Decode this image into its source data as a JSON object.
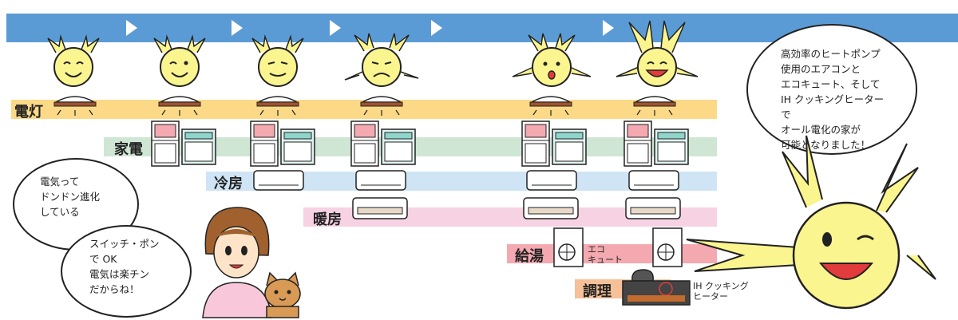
{
  "colors": {
    "timeline": "#5b9bd5",
    "band_lighting": "#fcd987",
    "band_appliances": "#cfe6d5",
    "band_cooling": "#cfe5f6",
    "band_heating": "#f7d2e2",
    "band_hotwater": "#f4a9b0",
    "band_cooking": "#f6c199",
    "character": "#fbf58f"
  },
  "bands": {
    "lighting": "電灯",
    "appliances": "家電",
    "cooling": "冷房",
    "heating": "暖房",
    "hotwater": "給湯",
    "cooking": "調理"
  },
  "labels": {
    "ecocute": [
      "エコ",
      "キュート"
    ],
    "ih_heater": [
      "IH クッキング",
      "ヒーター"
    ]
  },
  "bubbles": {
    "top_right": [
      "高効率のヒートポンプ",
      "使用のエアコンと",
      "エコキュート、そして",
      "IH クッキングヒーターで",
      "オール電化の家が",
      "可能となりました！"
    ],
    "left_top": [
      "電気って",
      "ドンドン進化",
      "している"
    ],
    "left_bottom": [
      "スイッチ・ポン",
      "で OK",
      "電気は楽チン",
      "だからね！"
    ]
  },
  "icons": [
    "play-arrow-icon",
    "lightbulb-character-icon",
    "ceiling-lamp-icon",
    "refrigerator-icon",
    "washing-machine-icon",
    "air-conditioner-icon",
    "heater-icon",
    "water-heater-icon",
    "ih-cooktop-icon",
    "woman-icon",
    "cat-icon"
  ]
}
